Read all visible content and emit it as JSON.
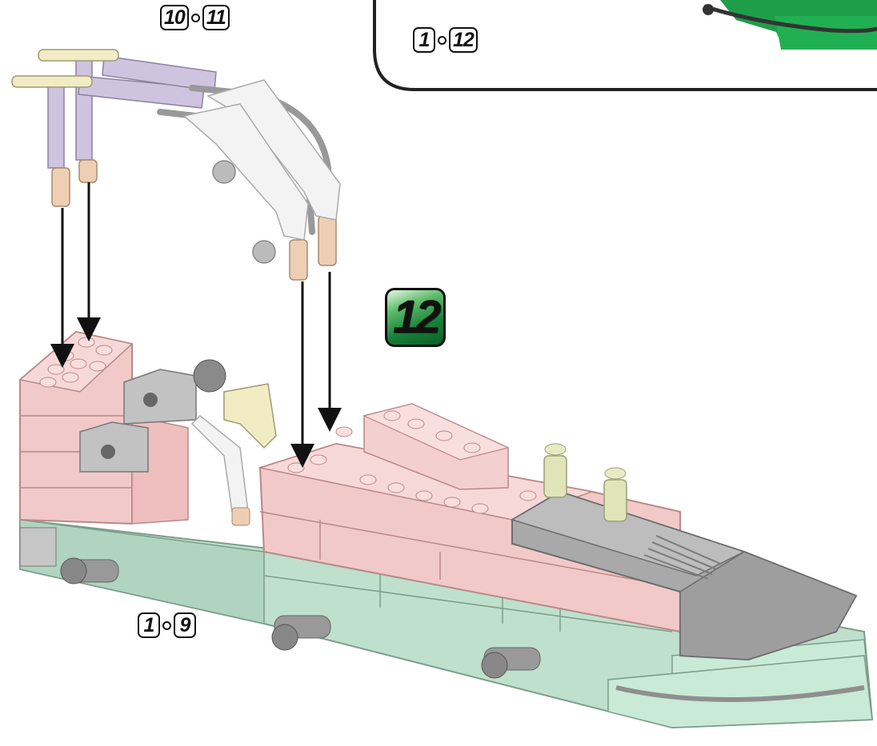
{
  "labels": {
    "top_left": {
      "a": "10",
      "b": "11"
    },
    "callout": {
      "a": "1",
      "b": "12"
    },
    "bottom": {
      "a": "1",
      "b": "9"
    }
  },
  "step": {
    "number": "12"
  },
  "colors": {
    "pink": "#f2c9c9",
    "mint": "#bfe0cd",
    "gray": "#b0b0b0",
    "lavender": "#cfc4df",
    "tan": "#eecfb4",
    "cream": "#f1ecc3",
    "green": "#18a345",
    "lime": "#dfe5b8"
  }
}
